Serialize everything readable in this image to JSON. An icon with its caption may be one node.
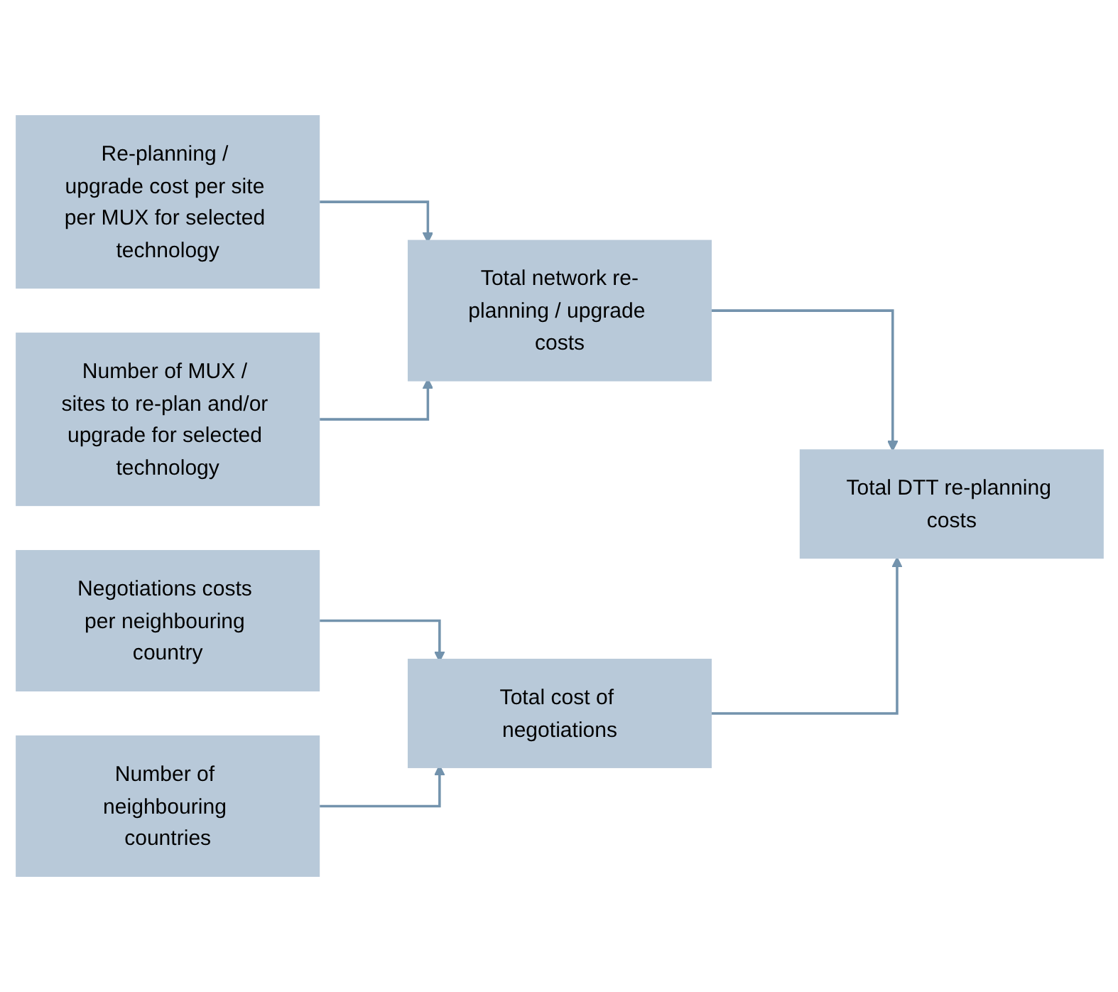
{
  "diagram": {
    "nodes": [
      {
        "text": [
          "Re-planning / upgrade cost per site per MUX for selected technology"
        ]
      },
      {
        "text": [
          "Number of MUX / sites to re-plan and/or upgrade for selected technology"
        ]
      },
      {
        "text": [
          "Total network re-planning / upgrade costs"
        ]
      },
      {
        "text": [
          "Negotiations costs per neighbouring country"
        ]
      },
      {
        "text": [
          "Number of neighbouring countries"
        ]
      },
      {
        "text": [
          "Total cost of negotiations"
        ]
      },
      {
        "text": [
          "Total DTT re-planning costs"
        ]
      }
    ],
    "edges": [
      {
        "from": 0,
        "to": 2,
        "arrow": "to"
      },
      {
        "from": 1,
        "to": 2,
        "arrow": "to"
      },
      {
        "from": 3,
        "to": 5,
        "arrow": "to"
      },
      {
        "from": 4,
        "to": 5,
        "arrow": "to"
      },
      {
        "from": 2,
        "to": 6,
        "arrow": "to"
      },
      {
        "from": 5,
        "to": 6,
        "arrow": "to"
      }
    ]
  }
}
